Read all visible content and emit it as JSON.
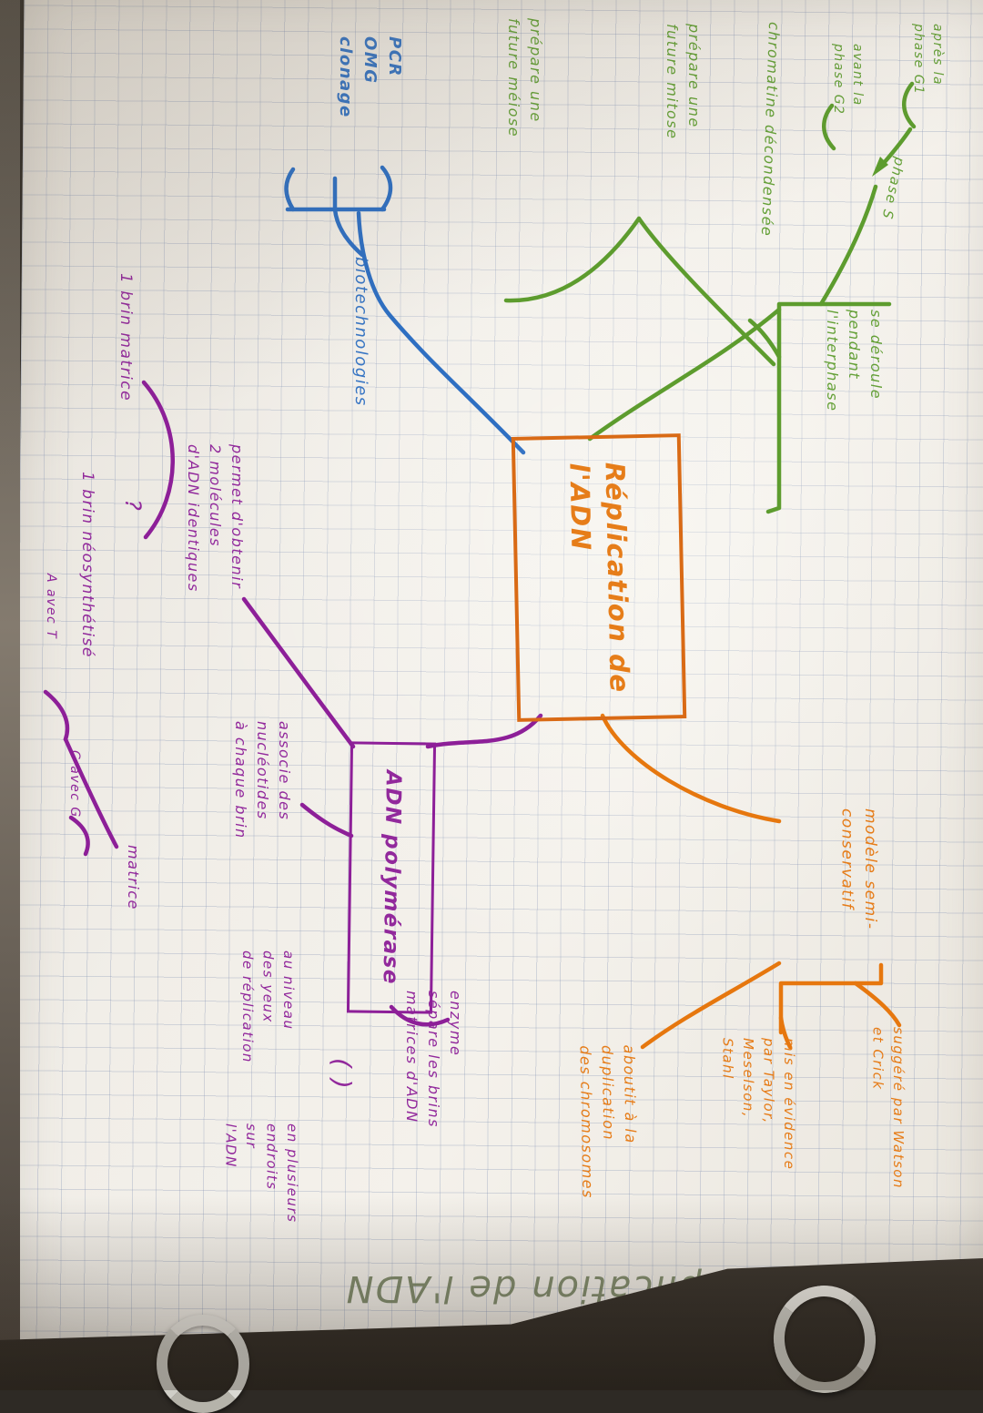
{
  "photo": {
    "page_title": "La réplication de l'ADN",
    "colors": {
      "green": "#5d9c2e",
      "blue": "#2e6fc2",
      "orange": "#e6770e",
      "purple": "#8d1f98",
      "paper": "#f1eee8",
      "title_ink": "#74815f"
    }
  },
  "center": {
    "topic": "Réplication de\nl'ADN"
  },
  "green_branch": {
    "interphase": "se déroule\npendant\nl'interphase",
    "chromatine": "chromatine décondensée",
    "mitose": "prépare une\nfuture mitose",
    "meiose": "prépare une\nfuture méiose",
    "phase_g1": "après la\nphase G1",
    "phase_g2": "avant la\nphase G2",
    "phase_s": "phase S"
  },
  "blue_branch": {
    "items": "PCR\nOMG\nclonage",
    "label": "biotechnologies"
  },
  "orange_branch": {
    "modele": "modèle semi-\nconservatif",
    "watson": "suggéré par Watson\net Crick",
    "taylor": "mis en évidence\npar Taylor,\nMeselson,\nStahl",
    "duplication": "aboutit à la\nduplication\ndes chromosomes"
  },
  "purple_branch": {
    "box": "ADN polymérase",
    "permet": "permet d'obtenir\n2 molécules\nd'ADN identiques",
    "associe": "associe des\nnucléotides\nà chaque brin",
    "matrice": "matrice",
    "brin_matrice": "1 brin matrice",
    "question": "?",
    "brin_neo": "1 brin néosynthétisé",
    "avec_t": "A avec T",
    "avec_g": "C avec G",
    "enzyme": "enzyme\nsépare les brins\nmatrices d'ADN",
    "au_niveau": "au niveau\ndes yeux\nde réplication",
    "parens": "( )",
    "endroits": "en plusieurs\nendroits\nsur\nl'ADN"
  }
}
